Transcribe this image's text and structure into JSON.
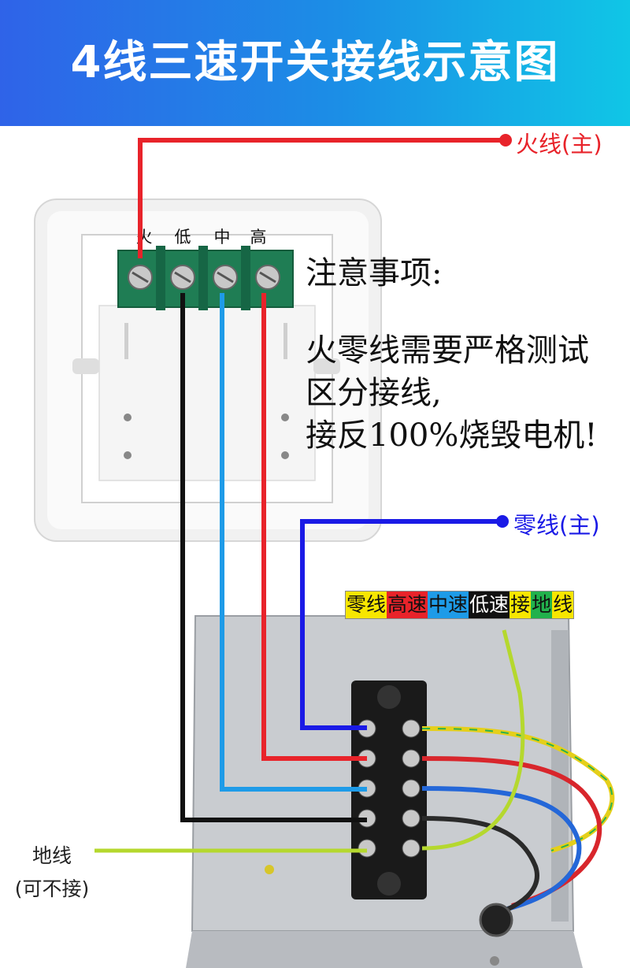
{
  "title": "4线三速开关接线示意图",
  "labels": {
    "live_main": "火线(主)",
    "neutral_main": "零线(主)",
    "ground": "地线",
    "ground_note": "(可不接)"
  },
  "switch_terminals": [
    "火",
    "低",
    "中",
    "高"
  ],
  "notes": {
    "heading": "注意事项:",
    "lines": [
      "火零线需要严格测试",
      "区分接线,",
      "接反100%烧毁电机!"
    ]
  },
  "legend": [
    {
      "text": "零线",
      "bg": "#f7e600",
      "fg": "#111111"
    },
    {
      "text": "高速",
      "bg": "#e8232a",
      "fg": "#111111"
    },
    {
      "text": "中速",
      "bg": "#1e9be8",
      "fg": "#111111"
    },
    {
      "text": "低速",
      "bg": "#111111",
      "fg": "#ffffff"
    },
    {
      "text": "接",
      "bg": "#f7e600",
      "fg": "#111111"
    },
    {
      "text": "地",
      "bg": "#22b14c",
      "fg": "#111111"
    },
    {
      "text": "线",
      "bg": "#f7e600",
      "fg": "#111111"
    }
  ],
  "colors": {
    "live": "#e8232a",
    "neutral": "#1a1ae6",
    "medium": "#1e9be8",
    "low": "#111111",
    "ground": "#b5d82e",
    "banner_start": "#2f63e8",
    "banner_end": "#10c6e6"
  }
}
